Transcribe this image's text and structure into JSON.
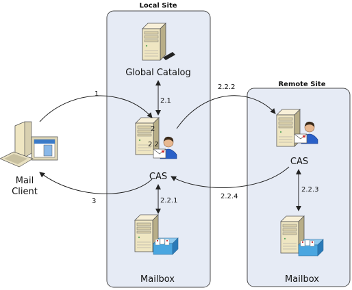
{
  "sites": {
    "local": {
      "title": "Local Site"
    },
    "remote": {
      "title": "Remote Site"
    }
  },
  "nodes": {
    "global_catalog": "Global Catalog",
    "cas_local": "CAS",
    "mailbox_local": "Mailbox",
    "mail_client_line1": "Mail",
    "mail_client_line2": "Client",
    "cas_remote": "CAS",
    "mailbox_remote": "Mailbox"
  },
  "steps": {
    "s1": "1",
    "s2": "2",
    "s2_1": "2.1",
    "s2_2": "2.2",
    "s2_2_1": "2.2.1",
    "s2_2_2": "2.2.2",
    "s2_2_3": "2.2.3",
    "s2_2_4": "2.2.4",
    "s3": "3"
  },
  "icons": [
    "server-icon",
    "user-icon",
    "mailbox-icon",
    "computer-icon"
  ],
  "colors": {
    "site_fill": "#e6ebf5",
    "server_body": "#efe6c2",
    "person_shirt": "#2a60c8",
    "mailbox_blue": "#4aa6e0"
  }
}
